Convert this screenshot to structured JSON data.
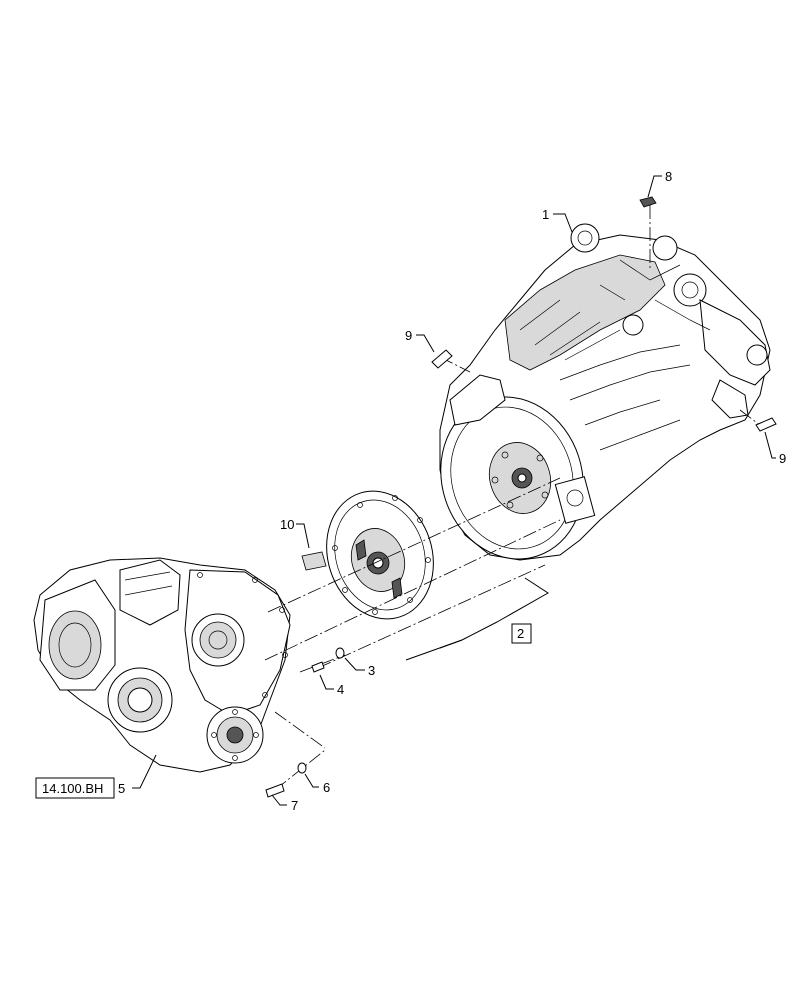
{
  "callouts": {
    "c1": "1",
    "c2": "2",
    "c3": "3",
    "c4": "4",
    "c5": "5",
    "c6": "6",
    "c7": "7",
    "c8": "8",
    "c9a": "9",
    "c9b": "9",
    "c10": "10"
  },
  "reference_box": "14.100.BH"
}
